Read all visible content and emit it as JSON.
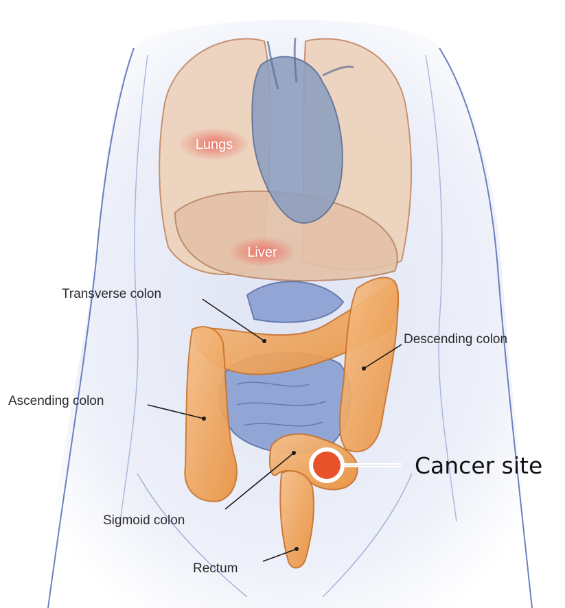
{
  "organs": {
    "lungs": "Lungs",
    "liver": "Liver"
  },
  "labels": {
    "transverse_colon": "Transverse colon",
    "descending_colon": "Descending colon",
    "ascending_colon": "Ascending colon",
    "sigmoid_colon": "Sigmoid colon",
    "rectum": "Rectum"
  },
  "marker": {
    "label": "Cancer site",
    "color": "#e8522a"
  },
  "colors": {
    "colon": "#f0a45a",
    "lung": "#edd3bd",
    "heart": "#8fa0c0",
    "intestine": "#8a9fd2",
    "body_outline": "#3d57a8",
    "organ_label_glow": "#ec7a6e"
  }
}
